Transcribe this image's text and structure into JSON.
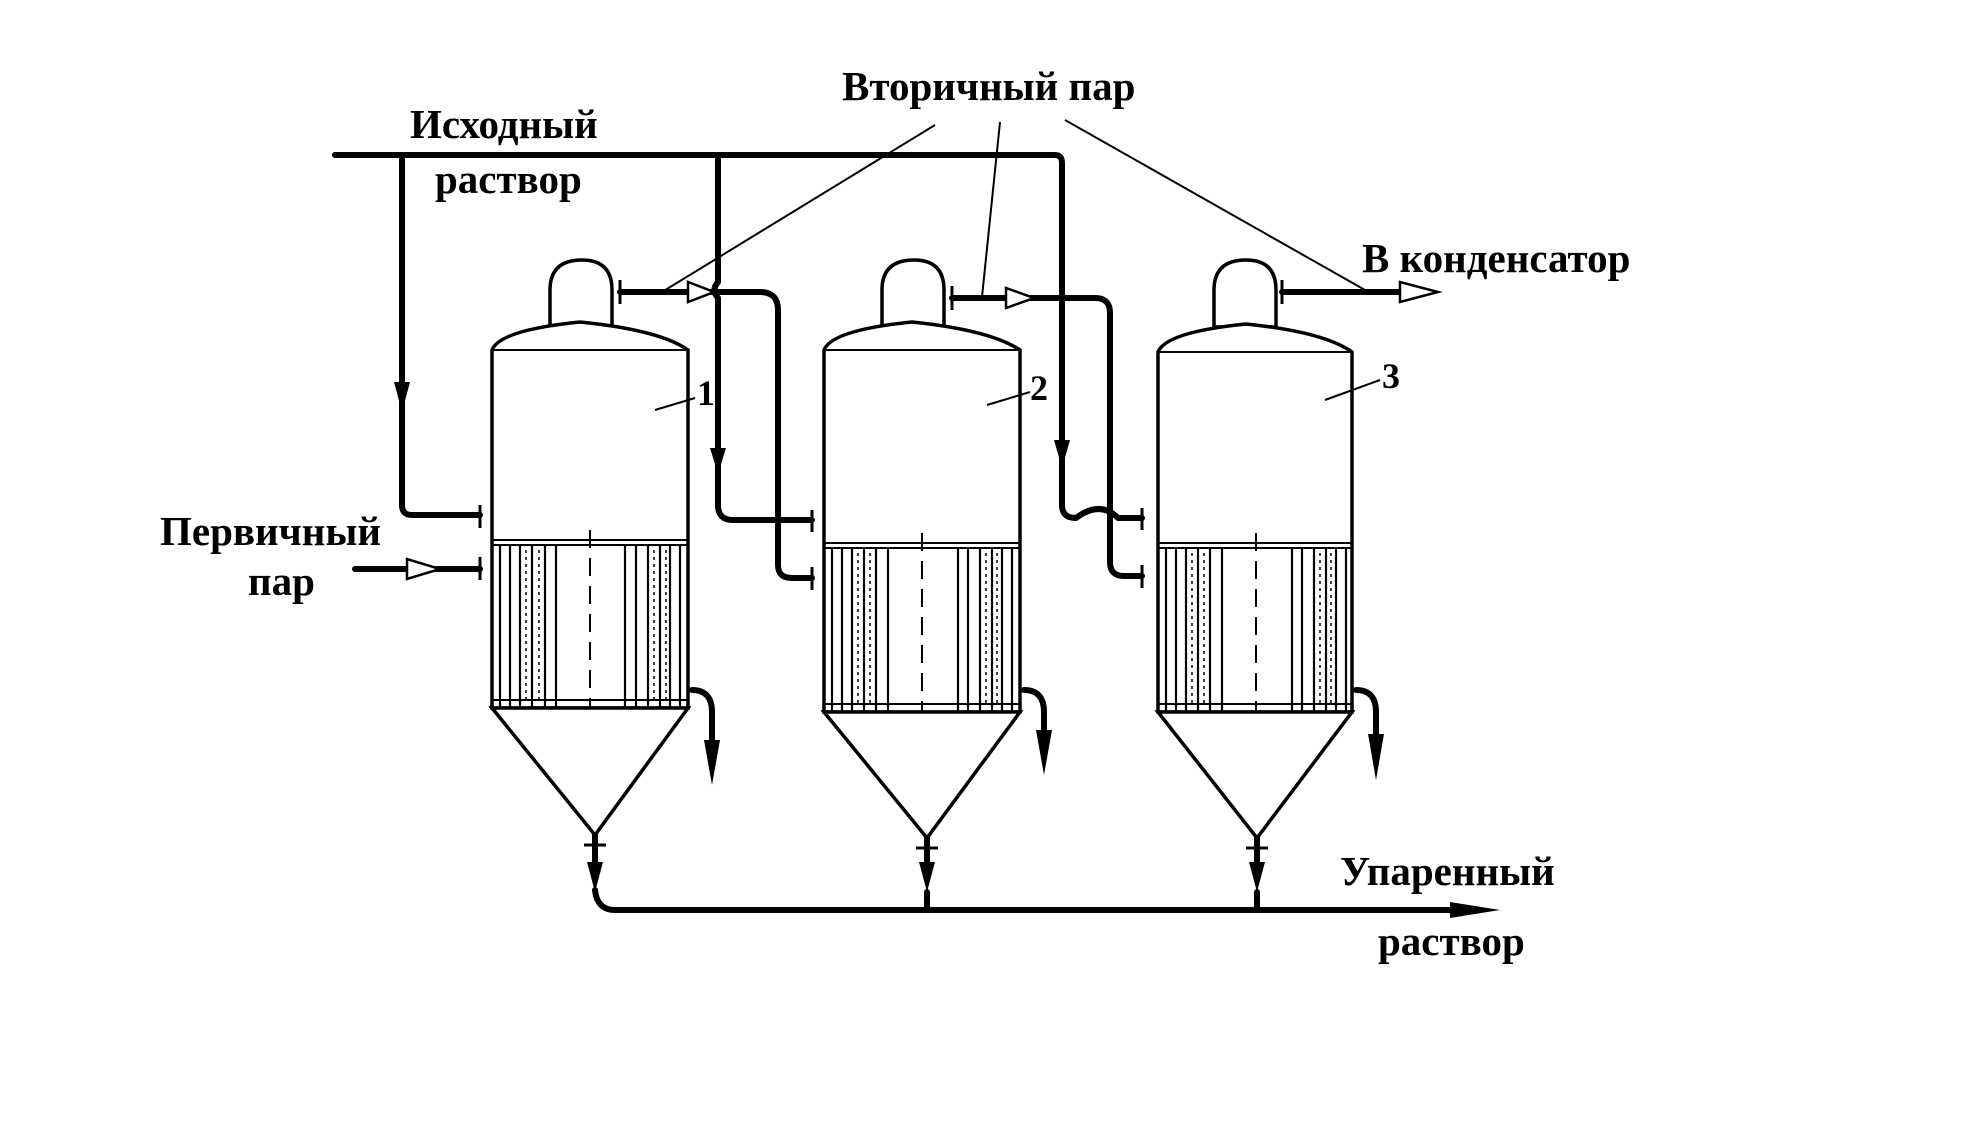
{
  "labels": {
    "feed_solution": [
      "Исходный",
      "раствор"
    ],
    "secondary_vapor": "Вторичный пар",
    "to_condenser": "В конденсатор",
    "primary_steam": [
      "Первичный",
      "пар"
    ],
    "evaporated_solution": [
      "Упаренный",
      "раствор"
    ]
  },
  "evaporators": [
    {
      "number": "1"
    },
    {
      "number": "2"
    },
    {
      "number": "3"
    }
  ]
}
